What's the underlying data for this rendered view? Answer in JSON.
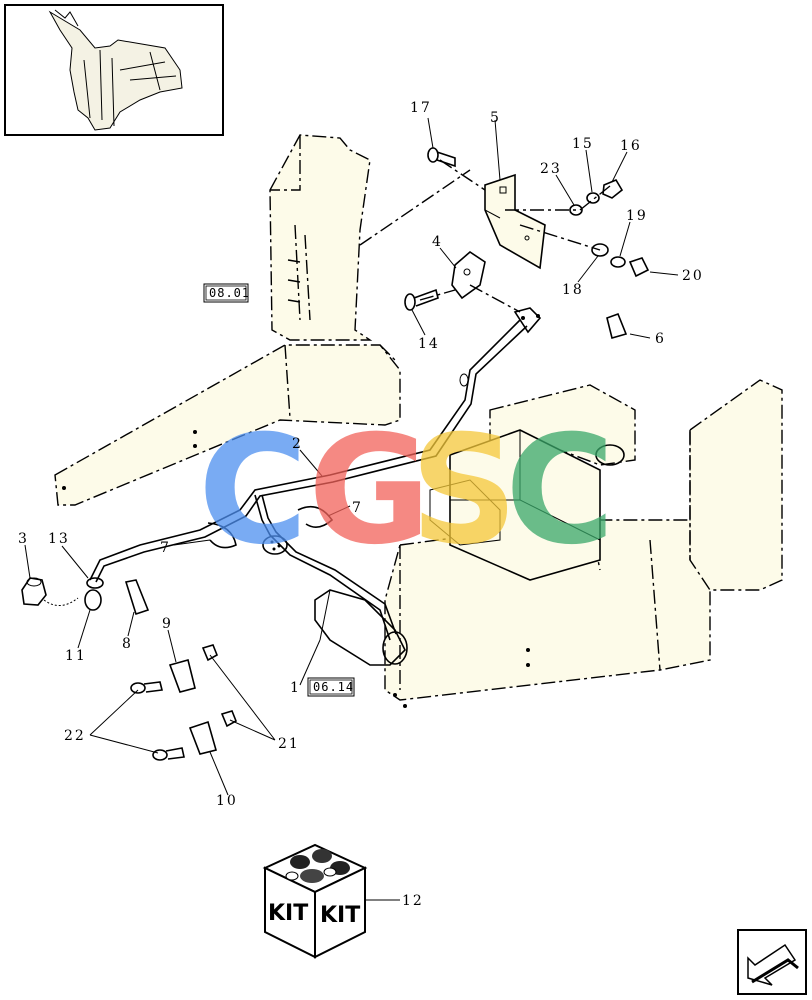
{
  "callouts": [
    {
      "id": "n17",
      "text": "17"
    },
    {
      "id": "n5",
      "text": "5"
    },
    {
      "id": "n15",
      "text": "15"
    },
    {
      "id": "n16",
      "text": "16"
    },
    {
      "id": "n23",
      "text": "23"
    },
    {
      "id": "n19",
      "text": "19"
    },
    {
      "id": "n4",
      "text": "4"
    },
    {
      "id": "n20",
      "text": "20"
    },
    {
      "id": "n18",
      "text": "18"
    },
    {
      "id": "n14",
      "text": "14"
    },
    {
      "id": "n6",
      "text": "6"
    },
    {
      "id": "n2",
      "text": "2"
    },
    {
      "id": "n7a",
      "text": "7"
    },
    {
      "id": "n7b",
      "text": "7"
    },
    {
      "id": "n3",
      "text": "3"
    },
    {
      "id": "n13",
      "text": "13"
    },
    {
      "id": "n11",
      "text": "11"
    },
    {
      "id": "n8",
      "text": "8"
    },
    {
      "id": "n9",
      "text": "9"
    },
    {
      "id": "n1",
      "text": "1"
    },
    {
      "id": "n22",
      "text": "22"
    },
    {
      "id": "n21",
      "text": "21"
    },
    {
      "id": "n10",
      "text": "10"
    },
    {
      "id": "n12",
      "text": "12"
    }
  ],
  "references": {
    "ref_a": "08.01",
    "ref_b": "06.14"
  },
  "kit": {
    "left": "KIT",
    "right": "KIT"
  },
  "watermark": {
    "letters": [
      {
        "char": "C",
        "color": "#4d8ff0"
      },
      {
        "char": "G",
        "color": "#f2625a"
      },
      {
        "char": "S",
        "color": "#f5c83a"
      },
      {
        "char": "C",
        "color": "#3aa86a"
      }
    ]
  },
  "colors": {
    "line": "#000000",
    "part_fill": "#fdfbe9",
    "background": "#ffffff"
  },
  "icons": {
    "thumbnail": "machine-overview-thumbnail",
    "nav": "next-page-arrow-icon"
  }
}
